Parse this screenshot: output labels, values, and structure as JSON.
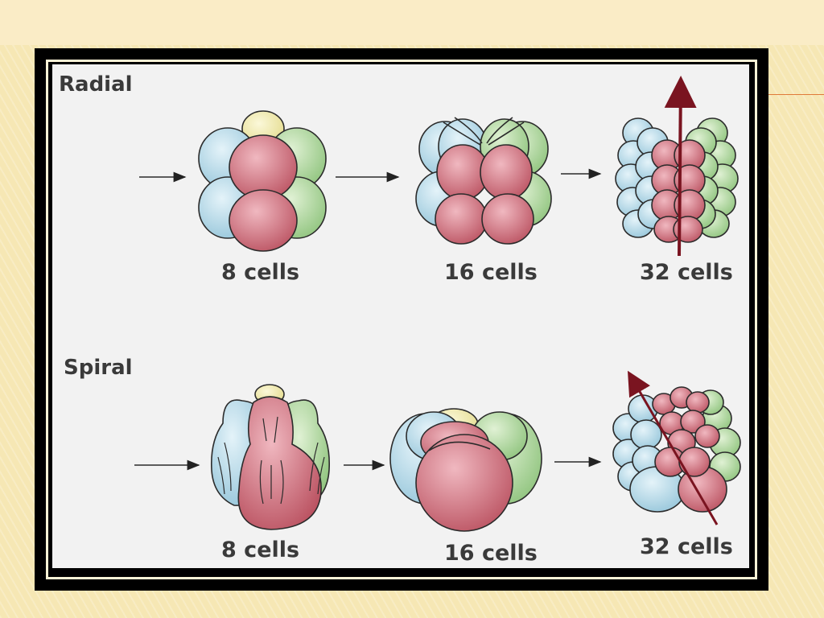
{
  "sections": [
    {
      "label": "Radial",
      "stages": [
        {
          "label": "8 cells"
        },
        {
          "label": "16 cells"
        },
        {
          "label": "32 cells"
        }
      ]
    },
    {
      "label": "Spiral",
      "stages": [
        {
          "label": "8 cells"
        },
        {
          "label": "16 cells"
        },
        {
          "label": "32 cells"
        }
      ]
    }
  ],
  "colors": {
    "blue_cell": "#b9dbe8",
    "green_cell": "#b8dca6",
    "yellow_cell": "#f2ecab",
    "red_cell": "#c7606d",
    "axis_arrow": "#7a1420",
    "frame": "#000000",
    "slide_background": "#f6e7b4"
  }
}
